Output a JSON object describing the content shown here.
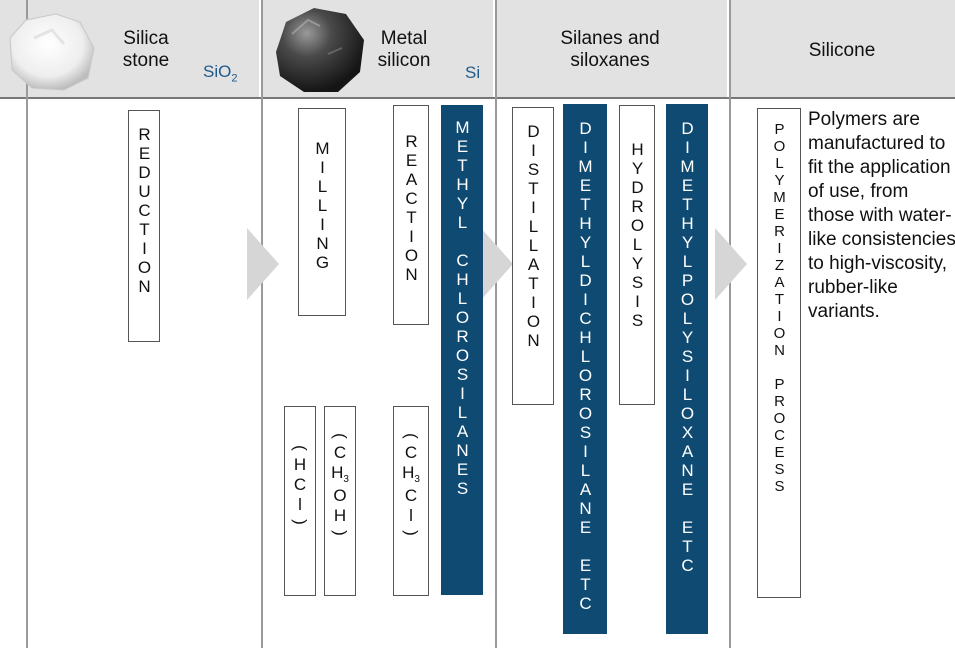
{
  "headers": {
    "silica": {
      "line1": "Silica",
      "line2": "stone",
      "formula": "SiO",
      "formula_sub": "2"
    },
    "metal": {
      "line1": "Metal",
      "line2": "silicon",
      "formula": "Si"
    },
    "silanes": {
      "line1": "Silanes and",
      "line2": "siloxanes"
    },
    "silicone": {
      "line1": "Silicone"
    }
  },
  "steps": {
    "reduction": "REDUCTION",
    "milling": "MILLING",
    "reaction": "REACTION",
    "methyl_chlorosilanes": "METHYL CHLOROSILANES",
    "distillation": "DISTILLATION",
    "dimethyldichlorosilane": "DIMETHYLDICHLOROSILANE ETC",
    "hydrolysis": "HYDROLYSIS",
    "dimethylpolysiloxane": "DIMETHYLPOLYSILOXANE ETC",
    "polymerization": "POLYMERIZATION PROCESS"
  },
  "chemicals": {
    "hcl": {
      "letters": [
        "H",
        "C",
        "l"
      ]
    },
    "ch3oh": {
      "c": "C",
      "h": "H",
      "sub": "3",
      "o": "O",
      "h2": "H"
    },
    "ch3cl": {
      "c": "C",
      "h": "H",
      "sub": "3",
      "c2": "C",
      "l": "l"
    }
  },
  "description": "Polymers are manufactured to fit the application of use, from those with water-like consistencies to high-viscosity, rubber-like variants.",
  "colors": {
    "dark_box": "#0e4a72",
    "header_bg": "#e2e2e2",
    "formula": "#1f5a8a",
    "arrow": "#d6d6d6"
  }
}
